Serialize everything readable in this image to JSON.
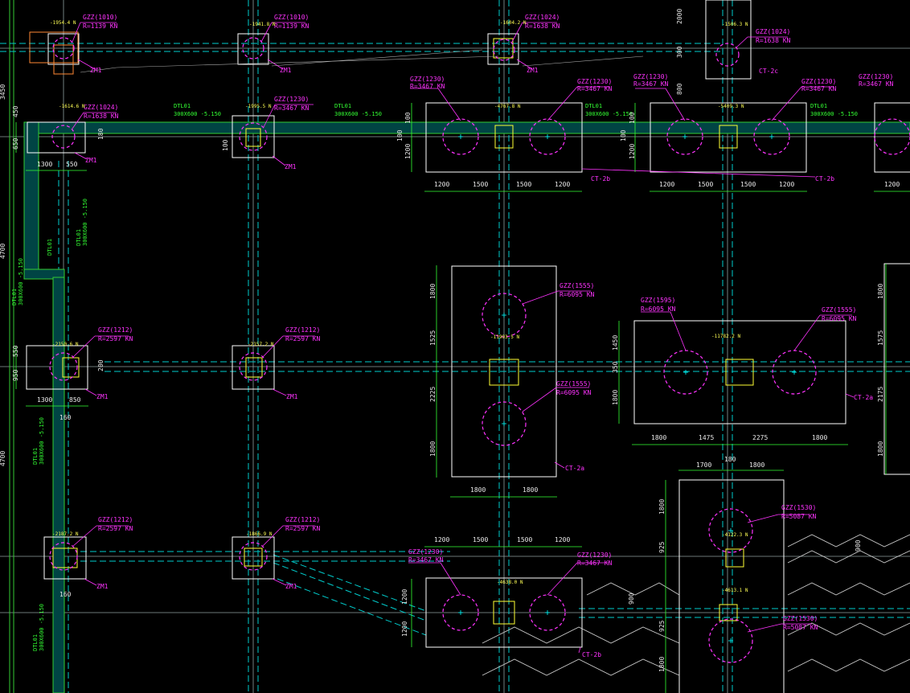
{
  "colors": {
    "background": "#000000",
    "outline": "#ffffff",
    "axis": "#8fa0a0",
    "beam": "#00cccc",
    "beam_fill": "#004444",
    "pile": "#ff33ff",
    "column": "#ffff33",
    "annotation": "#ff33ff",
    "elevation": "#ffff55",
    "dimension": "#33ff33",
    "dimension_text": "#e8e8e8",
    "wall": "#33cc33"
  },
  "piles": {
    "top_row": [
      {
        "id": "GZZ(1010)",
        "load": "R=1139 KN",
        "elev": "-1954.4  N"
      },
      {
        "id": "GZZ(1010)",
        "load": "R=1139 KN",
        "elev": "-1941.8  N"
      },
      {
        "id": "GZZ(1024)",
        "load": "R=1638 KN",
        "elev": "-1604.2  N"
      },
      {
        "id": "GZZ(1024)",
        "load": "R=1638 KN",
        "elev": "-1506.3  N"
      }
    ],
    "second_row": [
      {
        "id": "GZZ(1024)",
        "load": "R=1638 KN",
        "elev": "-1614.6  N"
      },
      {
        "id": "GZZ(1230)",
        "load": "R=3467 KN",
        "elev": "-1995.5  N"
      }
    ],
    "middle_row": [
      {
        "id": "GZZ(1212)",
        "load": "R=2597 KN",
        "elev": "-2150.6  N"
      },
      {
        "id": "GZZ(1212)",
        "load": "R=2597 KN",
        "elev": "-2157.2  N"
      }
    ],
    "bottom_row": [
      {
        "id": "GZZ(1212)",
        "load": "R=2597 KN",
        "elev": "-2187.2  N"
      },
      {
        "id": "GZZ(1212)",
        "load": "R=2597 KN",
        "elev": "-1866.9  N"
      }
    ],
    "cap_ct2b_pile": {
      "id": "GZZ(1230)",
      "load": "R=3467 KN"
    },
    "cap_ct2b_top_elev": [
      "-4767.8  N",
      "-5409.3  N"
    ],
    "cap_ct2b_bottom_elev": "-4638.0  N",
    "cap_ct2a_pile": {
      "id": "GZZ(1555)",
      "load": "R=6095 KN"
    },
    "cap_ct2a_v_elev": "-11993.5  N",
    "cap_ct2a_h_elev": "-11782.2  N",
    "cap_ct2a_h_pile_left": {
      "id": "GZZ(1595)",
      "load": "R=6095 KN"
    },
    "cap_ct2c_pile": {
      "id": "GZZ(1530)",
      "load": "R=5087 KN"
    },
    "cap_ct2c_elev": [
      "-4122.3  N",
      "-4613.1  N"
    ],
    "right_edge": {
      "id": "GZZ(1230)",
      "load": "R=3467 KN"
    }
  },
  "caps": {
    "zm1": "ZM1",
    "ct2b": "CT-2b",
    "ct2a": "CT-2a",
    "ct2c": "CT-2c"
  },
  "beams": {
    "dtl01": "DTL01",
    "dtl01_spec": "300X600 -5.150"
  },
  "dimensions": {
    "d1300": "1300",
    "d550": "550",
    "d850": "850",
    "d950": "950",
    "d450": "450",
    "d650": "650",
    "d3450": "3450",
    "d160": "160",
    "d100": "100",
    "d1200": "1200",
    "d1500": "1500",
    "d1800": "1800",
    "d1525": "1525",
    "d2225": "2225",
    "d1475": "1475",
    "d2275": "2275",
    "d1450": "1450",
    "d350": "350",
    "d1700": "1700",
    "d925": "925",
    "d900": "900",
    "d1575": "1575",
    "d2175": "2175",
    "d2000": "2000",
    "d300": "300",
    "d800": "800",
    "d180": "180",
    "d200": "200",
    "d4700": "4700"
  }
}
